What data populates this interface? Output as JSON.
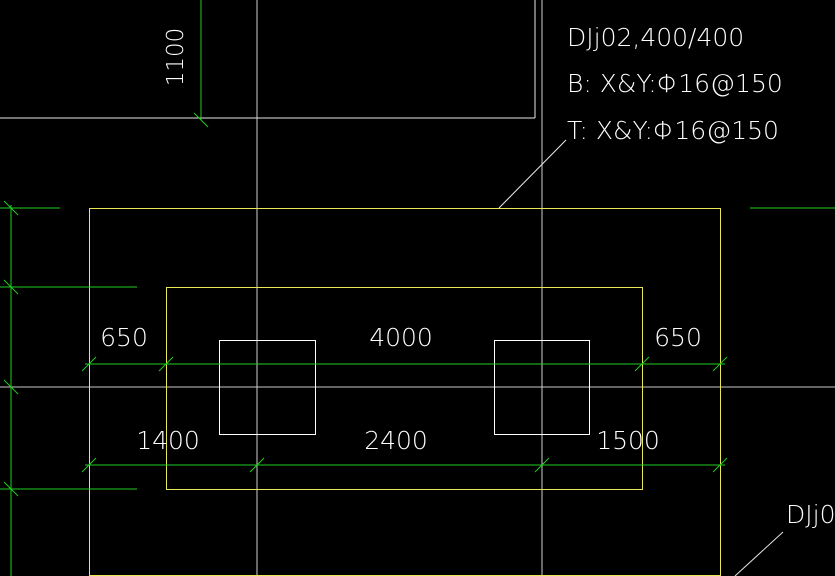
{
  "colors": {
    "background": "#000000",
    "outline_yellow": "#e8e855",
    "axis_gray": "#c8c8c8",
    "dimension_green": "#22cc22",
    "column_white": "#ffffff",
    "text_white": "#ffffff"
  },
  "annotation": {
    "line1": "DJj02,400/400",
    "line2": "B: X&Y:Φ16@150",
    "line3": "T: X&Y:Φ16@150"
  },
  "dimensions": {
    "top_left": "650",
    "top_middle": "4000",
    "top_right": "650",
    "bottom_left": "1400",
    "bottom_middle": "2400",
    "bottom_right": "1500",
    "upper_footing_height": "1100"
  },
  "partial_label": "DJj0"
}
